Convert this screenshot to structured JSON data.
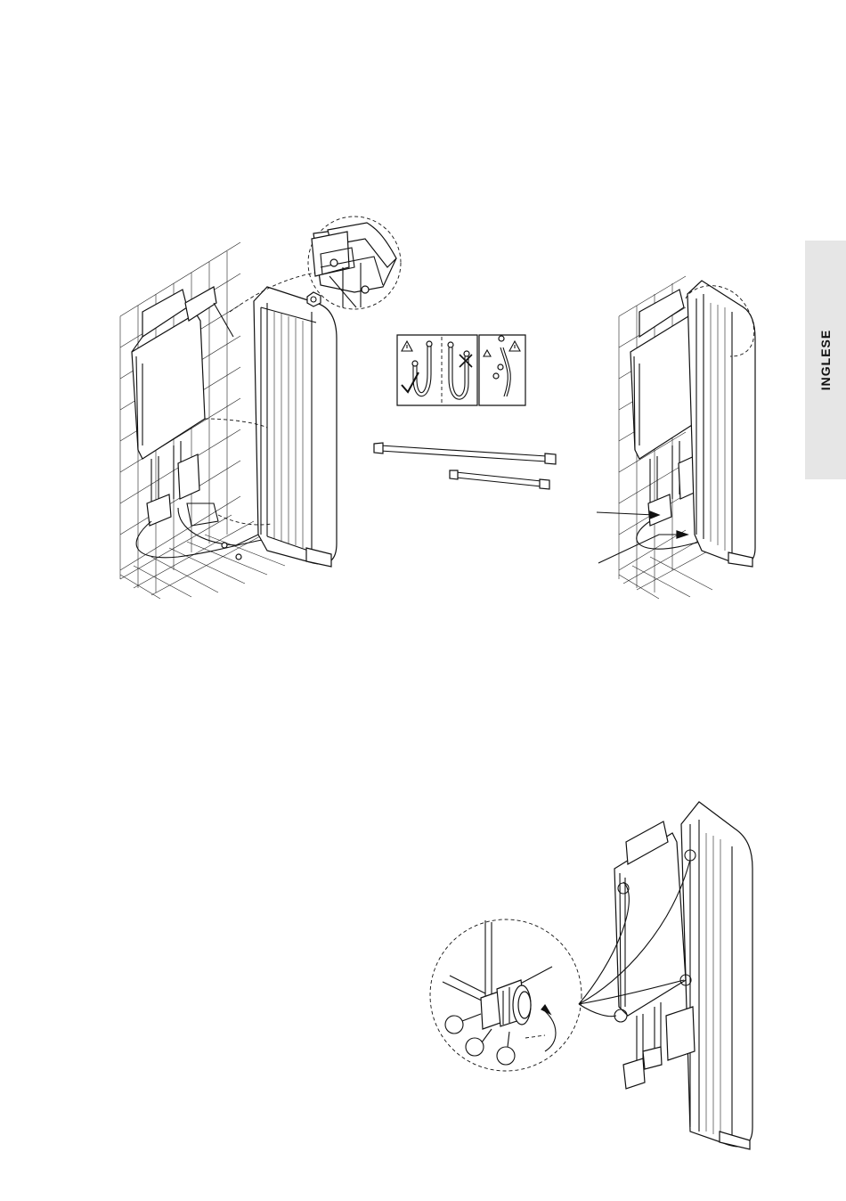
{
  "side_tab": {
    "label": "INGLESE"
  },
  "figures": {
    "install_wall": {
      "icon": "radiator-wall-mounting-illustration"
    },
    "detail_bracket": {
      "icon": "bracket-detail-zoom"
    },
    "hose_warning": {
      "icon": "flexible-hose-warning-panel"
    },
    "hoses": {
      "icon": "flexible-hoses"
    },
    "installed": {
      "icon": "radiator-installed-illustration"
    },
    "connection_detail": {
      "icon": "pipe-connection-detail"
    }
  }
}
